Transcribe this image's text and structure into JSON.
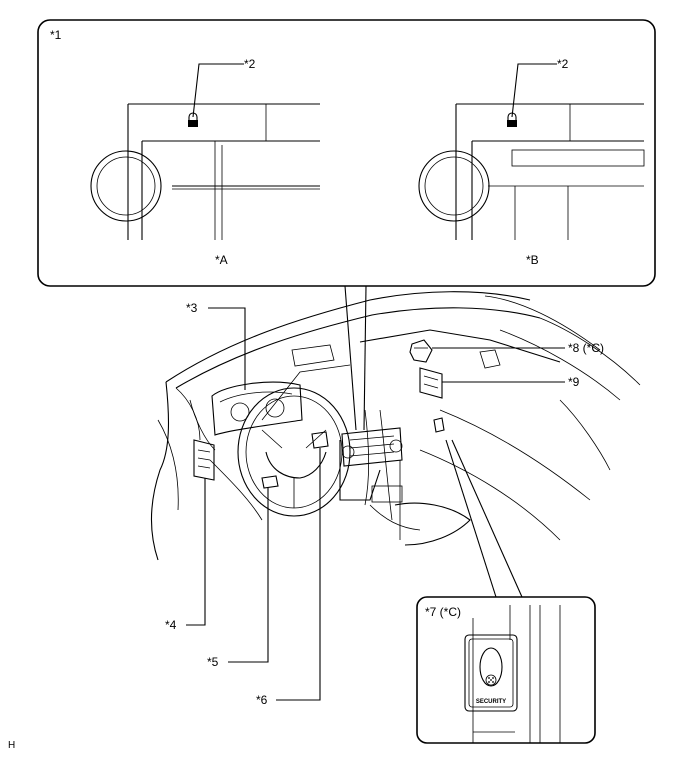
{
  "labels": {
    "inset_top": "*1",
    "sec_indicator_a": "*2",
    "sec_indicator_b": "*2",
    "variant_a": "*A",
    "variant_b": "*B",
    "combination_meter": "*3",
    "ecu_left": "*4",
    "part_5": "*5",
    "switch_6": "*6",
    "security_inset": "*7 (*C)",
    "part_8": "*8 (*C)",
    "part_9": "*9",
    "corner_mark": "H",
    "security_switch_text": "SECURITY"
  }
}
